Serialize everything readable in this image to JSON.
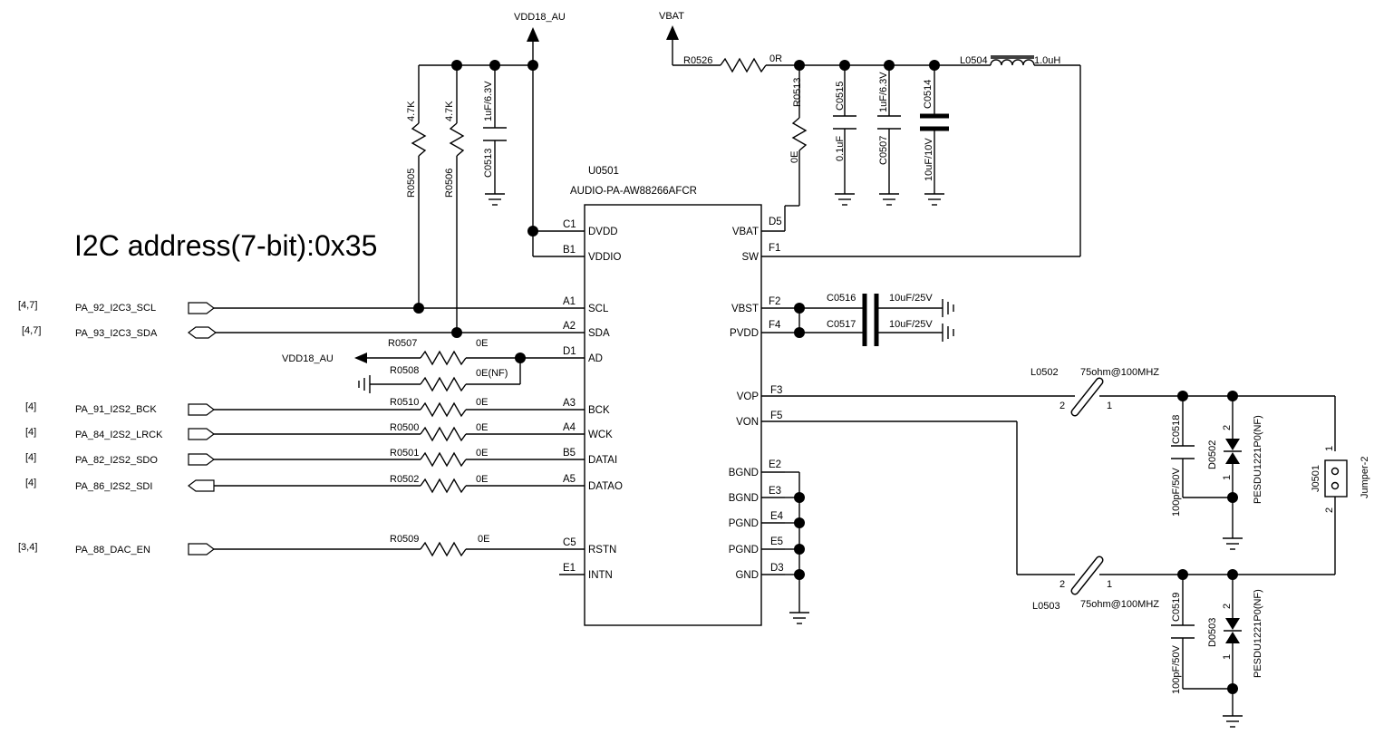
{
  "title": "I2C address(7-bit):0x35",
  "chip": {
    "ref": "U0501",
    "part": "AUDIO-PA-AW88266AFCR"
  },
  "power": {
    "vdd18": "VDD18_AU",
    "vbat": "VBAT",
    "vdd18_ad": "VDD18_AU"
  },
  "pins_left": [
    {
      "num": "C1",
      "name": "DVDD"
    },
    {
      "num": "B1",
      "name": "VDDIO"
    },
    {
      "num": "A1",
      "name": "SCL"
    },
    {
      "num": "A2",
      "name": "SDA"
    },
    {
      "num": "D1",
      "name": "AD"
    },
    {
      "num": "A3",
      "name": "BCK"
    },
    {
      "num": "A4",
      "name": "WCK"
    },
    {
      "num": "B5",
      "name": "DATAI"
    },
    {
      "num": "A5",
      "name": "DATAO"
    },
    {
      "num": "C5",
      "name": "RSTN"
    },
    {
      "num": "E1",
      "name": "INTN"
    }
  ],
  "pins_right": [
    {
      "num": "D5",
      "name": "VBAT"
    },
    {
      "num": "F1",
      "name": "SW"
    },
    {
      "num": "F2",
      "name": "VBST"
    },
    {
      "num": "F4",
      "name": "PVDD"
    },
    {
      "num": "F3",
      "name": "VOP"
    },
    {
      "num": "F5",
      "name": "VON"
    },
    {
      "num": "E2",
      "name": "BGND"
    },
    {
      "num": "E3",
      "name": "BGND"
    },
    {
      "num": "E4",
      "name": "PGND"
    },
    {
      "num": "E5",
      "name": "PGND"
    },
    {
      "num": "D3",
      "name": "GND"
    }
  ],
  "nets": [
    {
      "ref": "[4,7]",
      "name": "PA_92_I2C3_SCL"
    },
    {
      "ref": "[4,7]",
      "name": "PA_93_I2C3_SDA"
    },
    {
      "ref": "[4]",
      "name": "PA_91_I2S2_BCK"
    },
    {
      "ref": "[4]",
      "name": "PA_84_I2S2_LRCK"
    },
    {
      "ref": "[4]",
      "name": "PA_82_I2S2_SDO"
    },
    {
      "ref": "[4]",
      "name": "PA_86_I2S2_SDI"
    },
    {
      "ref": "[3,4]",
      "name": "PA_88_DAC_EN"
    }
  ],
  "series_resistors": [
    {
      "ref": "R0510",
      "value": "0E"
    },
    {
      "ref": "R0500",
      "value": "0E"
    },
    {
      "ref": "R0501",
      "value": "0E"
    },
    {
      "ref": "R0502",
      "value": "0E"
    },
    {
      "ref": "R0509",
      "value": "0E"
    }
  ],
  "ad_resistors": [
    {
      "ref": "R0507",
      "value": "0E"
    },
    {
      "ref": "R0508",
      "value": "0E(NF)"
    }
  ],
  "pullups": [
    {
      "ref": "R0505",
      "value": "4.7K"
    },
    {
      "ref": "R0506",
      "value": "4.7K"
    }
  ],
  "cap_c0513": {
    "ref": "C0513",
    "value": "1uF/6.3V"
  },
  "supply": {
    "r0526": {
      "ref": "R0526",
      "value": "0R"
    },
    "r0513": {
      "ref": "R0513",
      "value": "0E"
    },
    "c0515": {
      "ref": "C0515",
      "value": "0.1uF"
    },
    "c0507": {
      "ref": "C0507",
      "value": "1uF/6.3V"
    },
    "c0514": {
      "ref": "C0514",
      "value": "10uF/10V"
    },
    "l0504": {
      "ref": "L0504",
      "value": "1.0uH"
    }
  },
  "boost_caps": [
    {
      "ref": "C0516",
      "value": "10uF/25V"
    },
    {
      "ref": "C0517",
      "value": "10uF/25V"
    }
  ],
  "output": {
    "l0502": {
      "ref": "L0502",
      "value": "75ohm@100MHZ",
      "p2": "2",
      "p1": "1"
    },
    "l0503": {
      "ref": "L0503",
      "value": "75ohm@100MHZ",
      "p2": "2",
      "p1": "1"
    },
    "c0518": {
      "ref": "C0518",
      "value": "100pF/50V"
    },
    "c0519": {
      "ref": "C0519",
      "value": "100pF/50V"
    },
    "d0502": {
      "ref": "D0502",
      "part": "PESDU1221P0(NF)",
      "p2": "2",
      "p1": "1"
    },
    "d0503": {
      "ref": "D0503",
      "part": "PESDU1221P0(NF)",
      "p2": "2",
      "p1": "1"
    },
    "jumper": {
      "ref": "J0501",
      "part": "Jumper-2",
      "p1": "1",
      "p2": "2"
    }
  }
}
